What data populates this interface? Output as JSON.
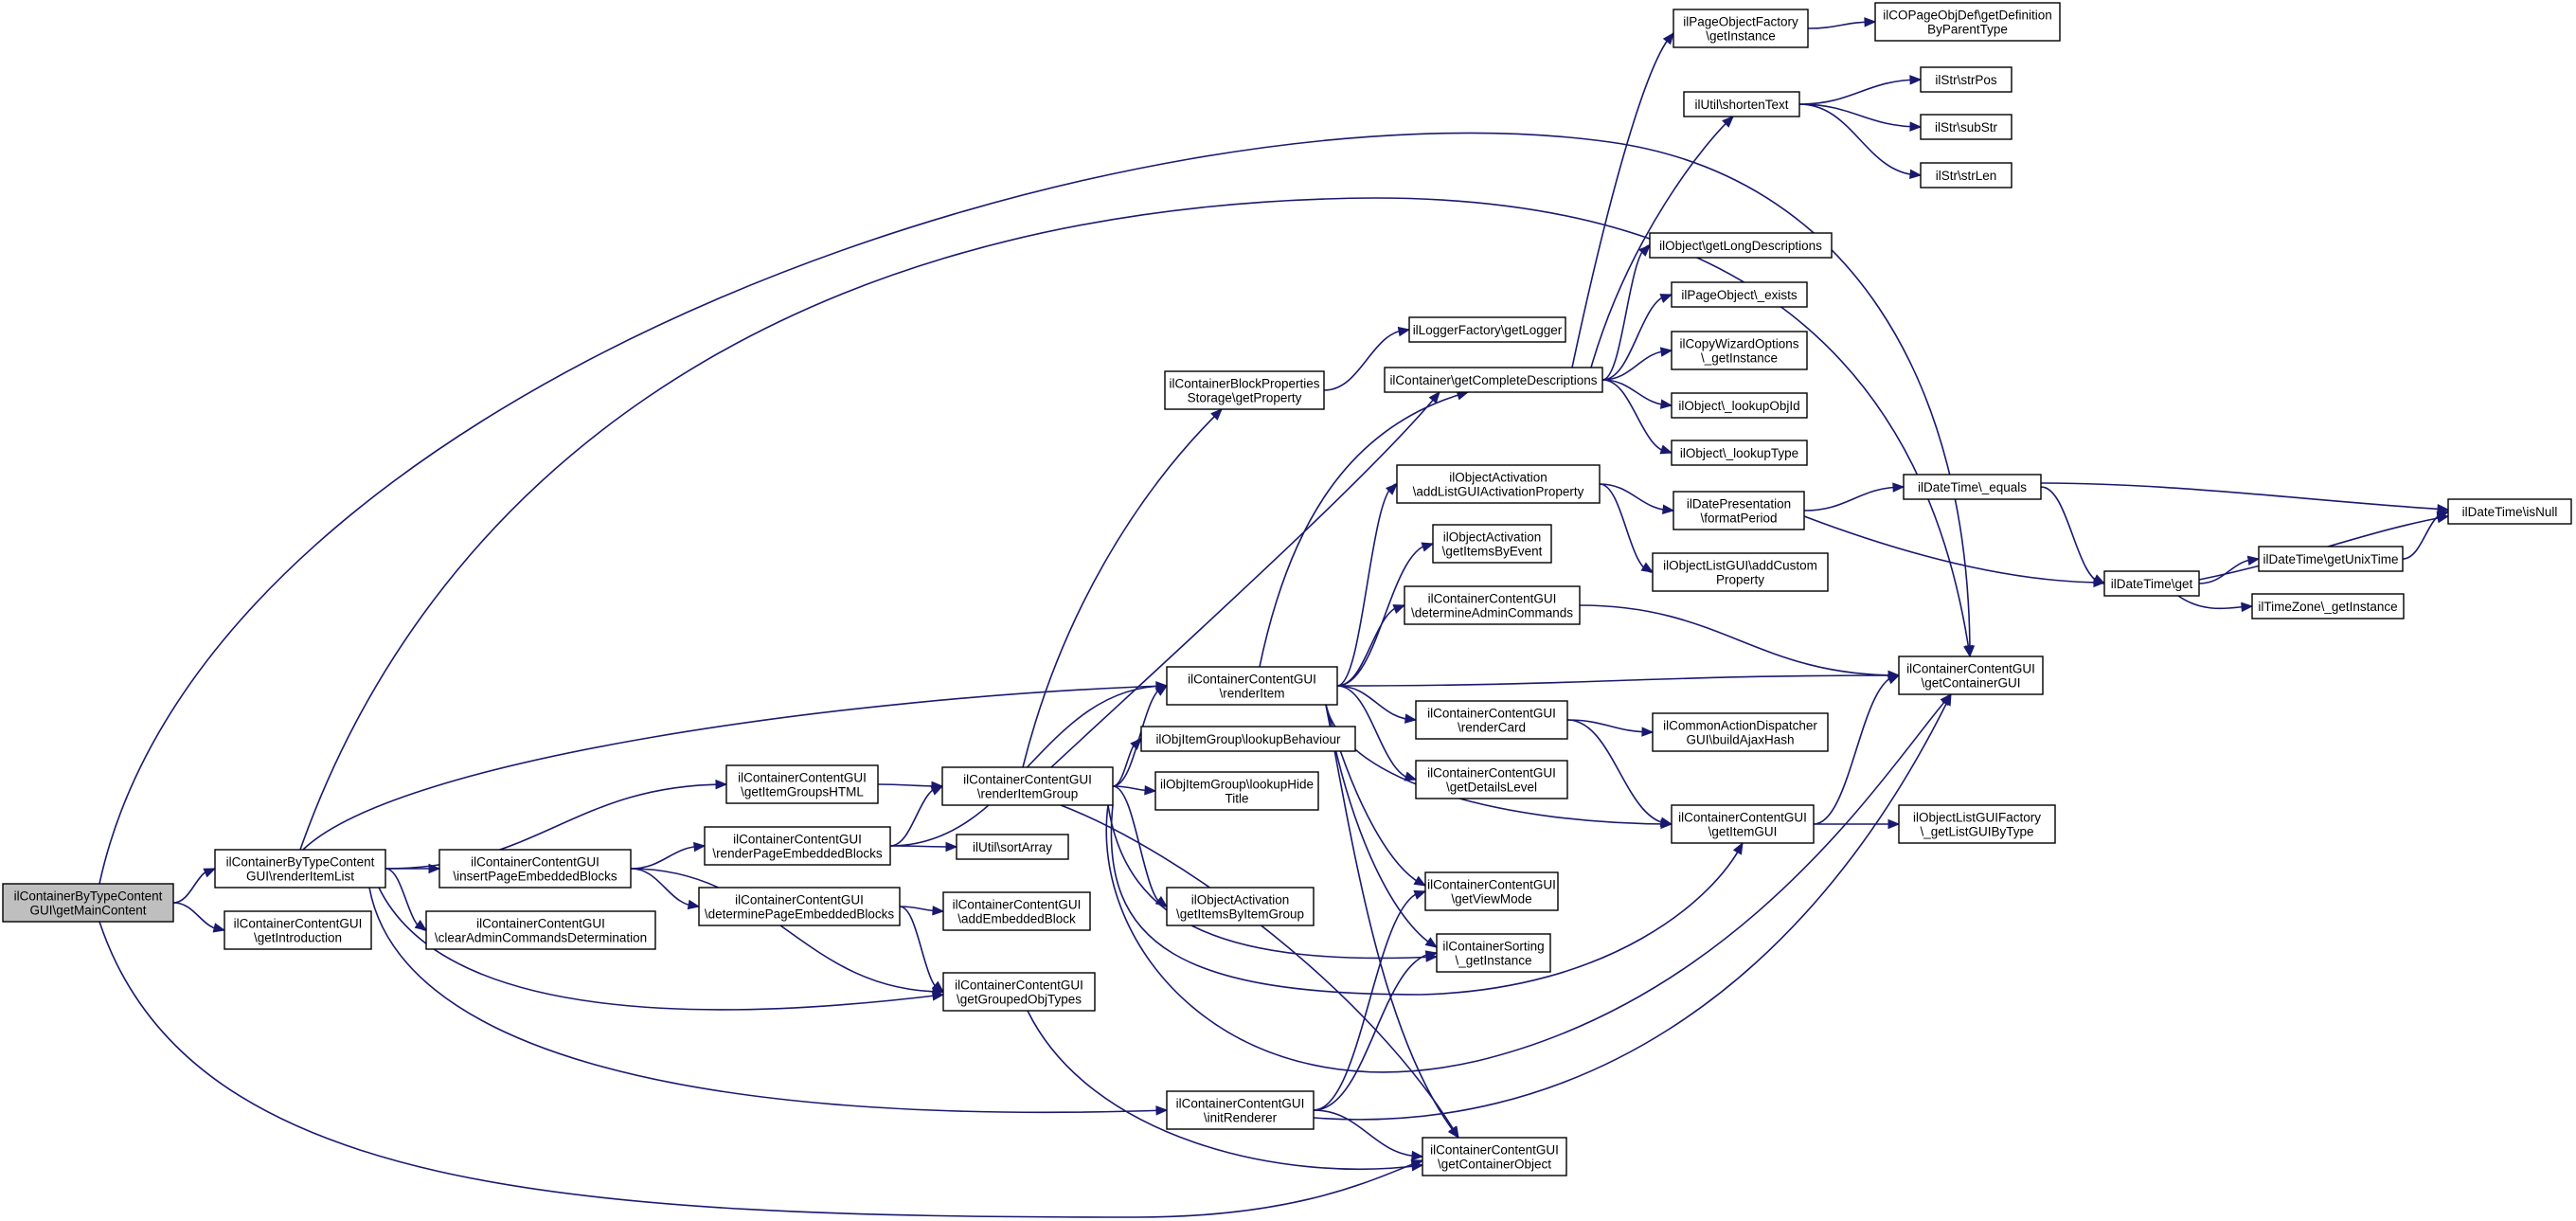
{
  "diagram": {
    "type": "call-graph",
    "colors": {
      "edge": "#191970",
      "node_border": "#000000",
      "node_fill": "#ffffff",
      "root_fill": "#bfbfbf"
    },
    "nodes": [
      {
        "id": "root",
        "lines": [
          "ilContainerByTypeContent",
          "GUI\\getMainContent"
        ],
        "root": true
      },
      {
        "id": "renderItemList",
        "lines": [
          "ilContainerByTypeContent",
          "GUI\\renderItemList"
        ]
      },
      {
        "id": "getIntroduction",
        "lines": [
          "ilContainerContentGUI",
          "\\getIntroduction"
        ]
      },
      {
        "id": "insertPageEmbeddedBlocks",
        "lines": [
          "ilContainerContentGUI",
          "\\insertPageEmbeddedBlocks"
        ]
      },
      {
        "id": "clearAdminCommands",
        "lines": [
          "ilContainerContentGUI",
          "\\clearAdminCommandsDetermination"
        ]
      },
      {
        "id": "getItemGroupsHTML",
        "lines": [
          "ilContainerContentGUI",
          "\\getItemGroupsHTML"
        ]
      },
      {
        "id": "renderPageEmbeddedBlocks",
        "lines": [
          "ilContainerContentGUI",
          "\\renderPageEmbeddedBlocks"
        ]
      },
      {
        "id": "determinePageEmbeddedBlocks",
        "lines": [
          "ilContainerContentGUI",
          "\\determinePageEmbeddedBlocks"
        ]
      },
      {
        "id": "renderItemGroup",
        "lines": [
          "ilContainerContentGUI",
          "\\renderItemGroup"
        ]
      },
      {
        "id": "sortArray",
        "lines": [
          "ilUtil\\sortArray"
        ]
      },
      {
        "id": "addEmbeddedBlock",
        "lines": [
          "ilContainerContentGUI",
          "\\addEmbeddedBlock"
        ]
      },
      {
        "id": "getGroupedObjTypes",
        "lines": [
          "ilContainerContentGUI",
          "\\getGroupedObjTypes"
        ]
      },
      {
        "id": "blockPropGetProperty",
        "lines": [
          "ilContainerBlockProperties",
          "Storage\\getProperty"
        ]
      },
      {
        "id": "renderItem",
        "lines": [
          "ilContainerContentGUI",
          "\\renderItem"
        ]
      },
      {
        "id": "lookupBehaviour",
        "lines": [
          "ilObjItemGroup\\lookupBehaviour"
        ]
      },
      {
        "id": "lookupHideTitle",
        "lines": [
          "ilObjItemGroup\\lookupHide",
          "Title"
        ]
      },
      {
        "id": "getItemsByItemGroup",
        "lines": [
          "ilObjectActivation",
          "\\getItemsByItemGroup"
        ]
      },
      {
        "id": "initRenderer",
        "lines": [
          "ilContainerContentGUI",
          "\\initRenderer"
        ]
      },
      {
        "id": "getLogger",
        "lines": [
          "ilLoggerFactory\\getLogger"
        ]
      },
      {
        "id": "getCompleteDescriptions",
        "lines": [
          "ilContainer\\getCompleteDescriptions"
        ]
      },
      {
        "id": "addListGUIActivationProperty",
        "lines": [
          "ilObjectActivation",
          "\\addListGUIActivationProperty"
        ]
      },
      {
        "id": "getItemsByEvent",
        "lines": [
          "ilObjectActivation",
          "\\getItemsByEvent"
        ]
      },
      {
        "id": "determineAdminCommands",
        "lines": [
          "ilContainerContentGUI",
          "\\determineAdminCommands"
        ]
      },
      {
        "id": "renderCard",
        "lines": [
          "ilContainerContentGUI",
          "\\renderCard"
        ]
      },
      {
        "id": "getDetailsLevel",
        "lines": [
          "ilContainerContentGUI",
          "\\getDetailsLevel"
        ]
      },
      {
        "id": "getViewMode",
        "lines": [
          "ilContainerContentGUI",
          "\\getViewMode"
        ]
      },
      {
        "id": "sortingGetInstance",
        "lines": [
          "ilContainerSorting",
          "\\_getInstance"
        ]
      },
      {
        "id": "getContainerObject",
        "lines": [
          "ilContainerContentGUI",
          "\\getContainerObject"
        ]
      },
      {
        "id": "pageObjFactoryGetInstance",
        "lines": [
          "ilPageObjectFactory",
          "\\getInstance"
        ]
      },
      {
        "id": "shortenText",
        "lines": [
          "ilUtil\\shortenText"
        ]
      },
      {
        "id": "getLongDescriptions",
        "lines": [
          "ilObject\\getLongDescriptions"
        ]
      },
      {
        "id": "pageObjectExists",
        "lines": [
          "ilPageObject\\_exists"
        ]
      },
      {
        "id": "copyWizardGetInstance",
        "lines": [
          "ilCopyWizardOptions",
          "\\_getInstance"
        ]
      },
      {
        "id": "lookupObjId",
        "lines": [
          "ilObject\\_lookupObjId"
        ]
      },
      {
        "id": "lookupType",
        "lines": [
          "ilObject\\_lookupType"
        ]
      },
      {
        "id": "formatPeriod",
        "lines": [
          "ilDatePresentation",
          "\\formatPeriod"
        ]
      },
      {
        "id": "addCustomProperty",
        "lines": [
          "ilObjectListGUI\\addCustom",
          "Property"
        ]
      },
      {
        "id": "buildAjaxHash",
        "lines": [
          "ilCommonActionDispatcher",
          "GUI\\buildAjaxHash"
        ]
      },
      {
        "id": "getItemGUI",
        "lines": [
          "ilContainerContentGUI",
          "\\getItemGUI"
        ]
      },
      {
        "id": "getDefinitionByParentType",
        "lines": [
          "ilCOPageObjDef\\getDefinition",
          "ByParentType"
        ]
      },
      {
        "id": "strPos",
        "lines": [
          "ilStr\\strPos"
        ]
      },
      {
        "id": "subStr",
        "lines": [
          "ilStr\\subStr"
        ]
      },
      {
        "id": "strLen",
        "lines": [
          "ilStr\\strLen"
        ]
      },
      {
        "id": "dtEquals",
        "lines": [
          "ilDateTime\\_equals"
        ]
      },
      {
        "id": "dtGet",
        "lines": [
          "ilDateTime\\get"
        ]
      },
      {
        "id": "getContainerGUI",
        "lines": [
          "ilContainerContentGUI",
          "\\getContainerGUI"
        ]
      },
      {
        "id": "getListGUIByType",
        "lines": [
          "ilObjectListGUIFactory",
          "\\_getListGUIByType"
        ]
      },
      {
        "id": "isNull",
        "lines": [
          "ilDateTime\\isNull"
        ]
      },
      {
        "id": "getUnixTime",
        "lines": [
          "ilDateTime\\getUnixTime"
        ]
      },
      {
        "id": "tzGetInstance",
        "lines": [
          "ilTimeZone\\_getInstance"
        ]
      }
    ],
    "edges": [
      [
        "root",
        "renderItemList"
      ],
      [
        "root",
        "getIntroduction"
      ],
      [
        "root",
        "getContainerGUI"
      ],
      [
        "root",
        "getContainerObject"
      ],
      [
        "renderItemList",
        "insertPageEmbeddedBlocks"
      ],
      [
        "renderItemList",
        "clearAdminCommands"
      ],
      [
        "renderItemList",
        "getItemGroupsHTML"
      ],
      [
        "renderItemList",
        "renderItem"
      ],
      [
        "renderItemList",
        "getGroupedObjTypes"
      ],
      [
        "renderItemList",
        "initRenderer"
      ],
      [
        "renderItemList",
        "getContainerGUI"
      ],
      [
        "insertPageEmbeddedBlocks",
        "renderPageEmbeddedBlocks"
      ],
      [
        "insertPageEmbeddedBlocks",
        "determinePageEmbeddedBlocks"
      ],
      [
        "insertPageEmbeddedBlocks",
        "getGroupedObjTypes"
      ],
      [
        "getItemGroupsHTML",
        "renderItemGroup"
      ],
      [
        "renderPageEmbeddedBlocks",
        "renderItemGroup"
      ],
      [
        "renderPageEmbeddedBlocks",
        "sortArray"
      ],
      [
        "renderPageEmbeddedBlocks",
        "renderItem"
      ],
      [
        "determinePageEmbeddedBlocks",
        "addEmbeddedBlock"
      ],
      [
        "determinePageEmbeddedBlocks",
        "getGroupedObjTypes"
      ],
      [
        "renderItemGroup",
        "blockPropGetProperty"
      ],
      [
        "renderItemGroup",
        "getCompleteDescriptions"
      ],
      [
        "renderItemGroup",
        "renderItem"
      ],
      [
        "renderItemGroup",
        "lookupBehaviour"
      ],
      [
        "renderItemGroup",
        "lookupHideTitle"
      ],
      [
        "renderItemGroup",
        "getItemsByItemGroup"
      ],
      [
        "renderItemGroup",
        "sortingGetInstance"
      ],
      [
        "renderItemGroup",
        "getContainerObject"
      ],
      [
        "renderItemGroup",
        "getItemGUI"
      ],
      [
        "renderItemGroup",
        "getContainerGUI"
      ],
      [
        "getGroupedObjTypes",
        "getContainerObject"
      ],
      [
        "blockPropGetProperty",
        "getLogger"
      ],
      [
        "renderItem",
        "getCompleteDescriptions"
      ],
      [
        "renderItem",
        "addListGUIActivationProperty"
      ],
      [
        "renderItem",
        "getItemsByEvent"
      ],
      [
        "renderItem",
        "determineAdminCommands"
      ],
      [
        "renderItem",
        "renderCard"
      ],
      [
        "renderItem",
        "getDetailsLevel"
      ],
      [
        "renderItem",
        "getViewMode"
      ],
      [
        "renderItem",
        "sortingGetInstance"
      ],
      [
        "renderItem",
        "getContainerObject"
      ],
      [
        "renderItem",
        "getItemGUI"
      ],
      [
        "renderItem",
        "getContainerGUI"
      ],
      [
        "initRenderer",
        "getViewMode"
      ],
      [
        "initRenderer",
        "sortingGetInstance"
      ],
      [
        "initRenderer",
        "getContainerObject"
      ],
      [
        "initRenderer",
        "getContainerGUI"
      ],
      [
        "getCompleteDescriptions",
        "pageObjFactoryGetInstance"
      ],
      [
        "getCompleteDescriptions",
        "shortenText"
      ],
      [
        "getCompleteDescriptions",
        "getLongDescriptions"
      ],
      [
        "getCompleteDescriptions",
        "pageObjectExists"
      ],
      [
        "getCompleteDescriptions",
        "copyWizardGetInstance"
      ],
      [
        "getCompleteDescriptions",
        "lookupObjId"
      ],
      [
        "getCompleteDescriptions",
        "lookupType"
      ],
      [
        "addListGUIActivationProperty",
        "formatPeriod"
      ],
      [
        "addListGUIActivationProperty",
        "addCustomProperty"
      ],
      [
        "determineAdminCommands",
        "getContainerGUI"
      ],
      [
        "renderCard",
        "buildAjaxHash"
      ],
      [
        "renderCard",
        "getItemGUI"
      ],
      [
        "getItemGUI",
        "getContainerGUI"
      ],
      [
        "getItemGUI",
        "getListGUIByType"
      ],
      [
        "pageObjFactoryGetInstance",
        "getDefinitionByParentType"
      ],
      [
        "shortenText",
        "strPos"
      ],
      [
        "shortenText",
        "subStr"
      ],
      [
        "shortenText",
        "strLen"
      ],
      [
        "formatPeriod",
        "dtEquals"
      ],
      [
        "formatPeriod",
        "dtGet"
      ],
      [
        "dtEquals",
        "dtGet"
      ],
      [
        "dtEquals",
        "isNull"
      ],
      [
        "dtGet",
        "isNull"
      ],
      [
        "dtGet",
        "getUnixTime"
      ],
      [
        "dtGet",
        "tzGetInstance"
      ],
      [
        "getUnixTime",
        "isNull"
      ]
    ]
  }
}
